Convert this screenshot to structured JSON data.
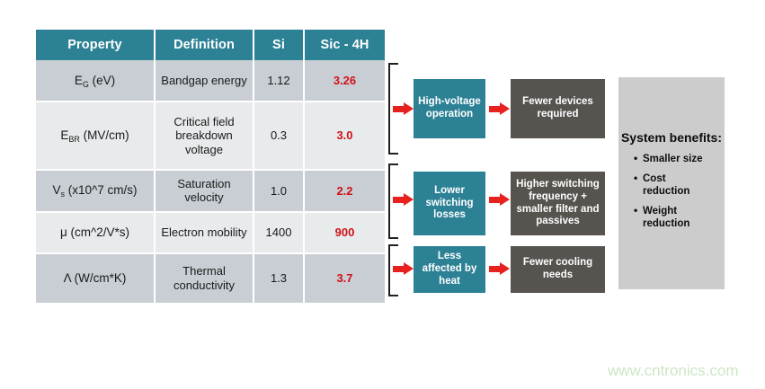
{
  "table": {
    "headers": [
      "Property",
      "Definition",
      "Si",
      "Sic - 4H"
    ],
    "rows": [
      {
        "property_main": "E",
        "property_sub": "G",
        "property_tail": " (eV)",
        "definition": "Bandgap energy",
        "si": "1.12",
        "sic": "3.26"
      },
      {
        "property_main": "E",
        "property_sub": "BR",
        "property_tail": " (MV/cm)",
        "definition": "Critical field breakdown voltage",
        "si": "0.3",
        "sic": "3.0"
      },
      {
        "property_main": "V",
        "property_sub": "s",
        "property_tail": " (x10^7 cm/s)",
        "definition": "Saturation velocity",
        "si": "1.0",
        "sic": "2.2"
      },
      {
        "property_main": "μ",
        "property_sub": "",
        "property_tail": " (cm^2/V*s)",
        "definition": "Electron mobility",
        "si": "1400",
        "sic": "900"
      },
      {
        "property_main": "Λ",
        "property_sub": "",
        "property_tail": " (W/cm*K)",
        "definition": "Thermal conductivity",
        "si": "1.3",
        "sic": "3.7"
      }
    ]
  },
  "flow": {
    "rows": [
      {
        "cause": "High-voltage operation",
        "effect": "Fewer devices required"
      },
      {
        "cause": "Lower switching losses",
        "effect": "Higher switching frequency + smaller filter and passives"
      },
      {
        "cause": "Less affected by heat",
        "effect": "Fewer cooling needs"
      }
    ]
  },
  "benefits": {
    "title": "System benefits:",
    "items": [
      "Smaller size",
      "Cost reduction",
      "Weight reduction"
    ]
  },
  "watermark": {
    "text": "www.cntronics.com"
  },
  "colors": {
    "teal": "#2d8195",
    "gray_box": "#57534f",
    "red": "#e8201e",
    "sic_value": "#d01217",
    "row_odd": "#c9ced4",
    "row_even": "#e7ebeb",
    "panel": "#cccccc",
    "watermark": "#cde6c4"
  }
}
